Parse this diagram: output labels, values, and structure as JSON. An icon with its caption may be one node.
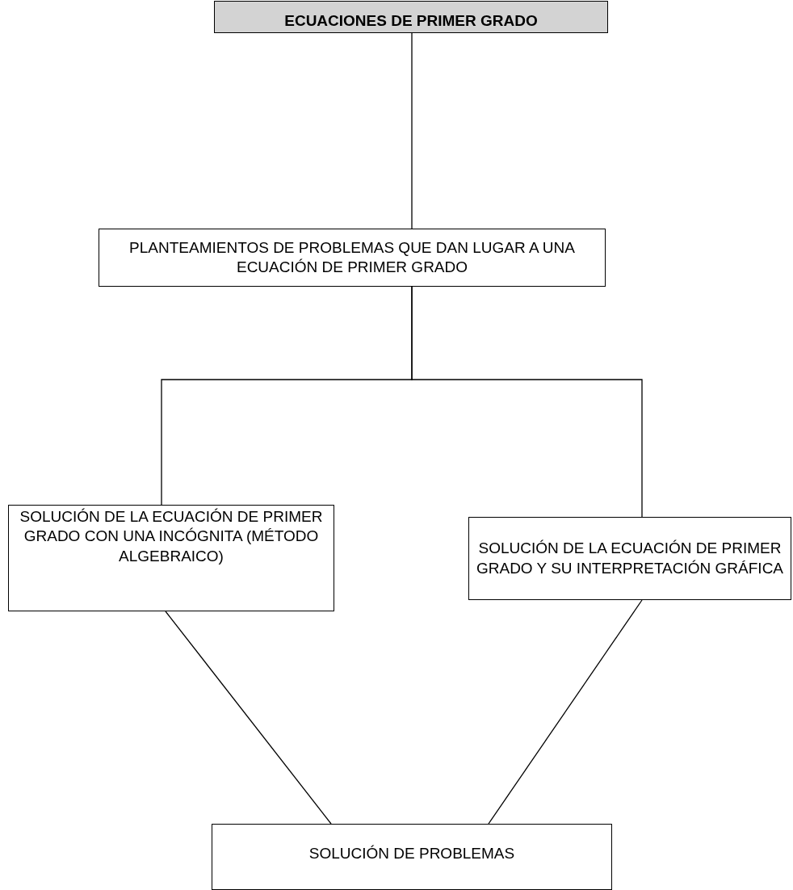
{
  "diagram": {
    "nodes": [
      {
        "text": [
          "ECUACIONES DE PRIMER GRADO"
        ]
      },
      {
        "text": [
          "PLANTEAMIENTOS DE PROBLEMAS QUE DAN LUGAR A UNA ECUACIÓN DE PRIMER GRADO"
        ]
      },
      {
        "text": [
          "SOLUCIÓN DE LA ECUACIÓN DE PRIMER GRADO CON UNA INCÓGNITA (MÉTODO ALGEBRAICO)"
        ]
      },
      {
        "text": [
          "SOLUCIÓN DE LA ECUACIÓN DE PRIMER GRADO Y SU INTERPRETACIÓN GRÁFICA"
        ]
      },
      {
        "text": [
          "SOLUCIÓN DE PROBLEMAS"
        ]
      }
    ],
    "edges": [
      {
        "from": 0,
        "to": 1,
        "arrow": "none"
      },
      {
        "from": 1,
        "to": 2,
        "arrow": "none"
      },
      {
        "from": 1,
        "to": 3,
        "arrow": "none"
      },
      {
        "from": 2,
        "to": 4,
        "arrow": "none"
      },
      {
        "from": 3,
        "to": 4,
        "arrow": "none"
      }
    ]
  }
}
